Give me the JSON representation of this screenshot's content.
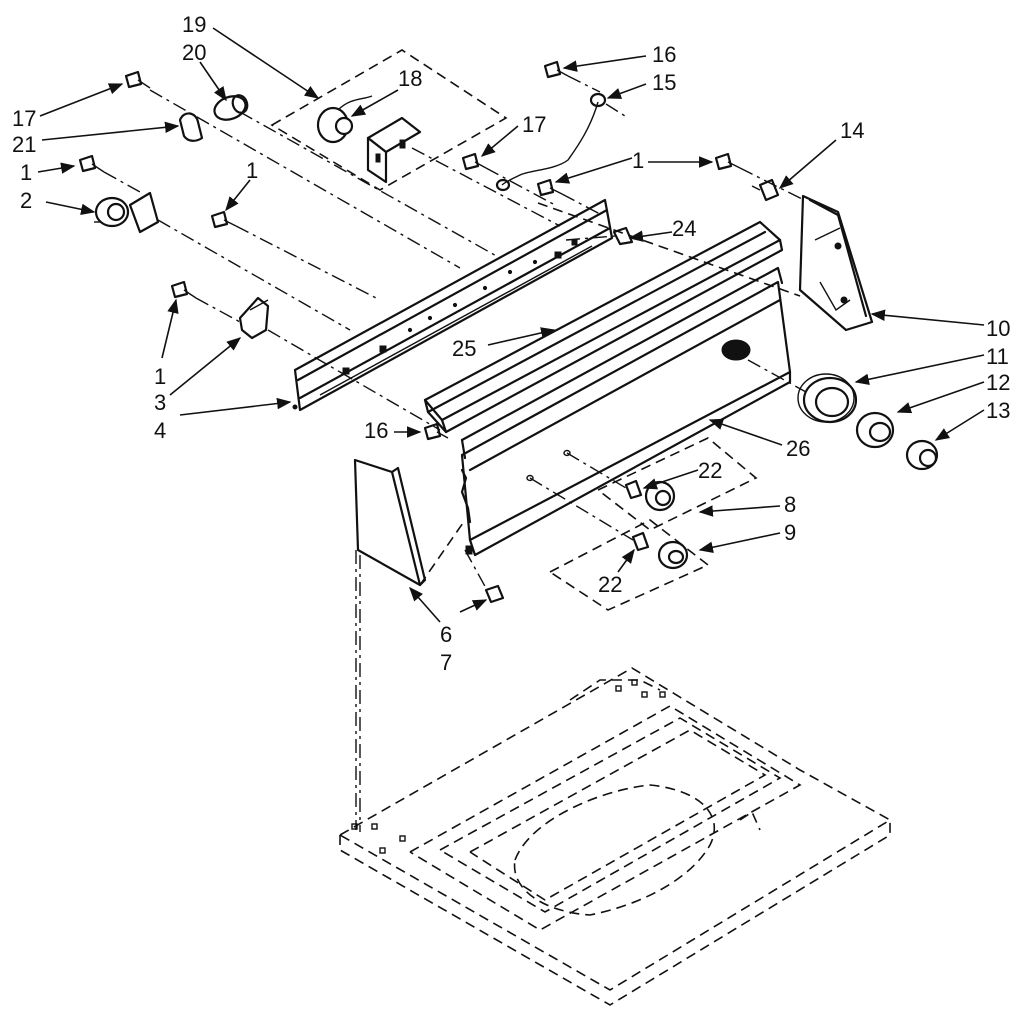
{
  "callouts": [
    {
      "id": "c19",
      "text": "19"
    },
    {
      "id": "c20",
      "text": "20"
    },
    {
      "id": "c17a",
      "text": "17"
    },
    {
      "id": "c21",
      "text": "21"
    },
    {
      "id": "c1a",
      "text": "1"
    },
    {
      "id": "c2",
      "text": "2"
    },
    {
      "id": "c1b",
      "text": "1"
    },
    {
      "id": "c18",
      "text": "18"
    },
    {
      "id": "c16a",
      "text": "16"
    },
    {
      "id": "c15",
      "text": "15"
    },
    {
      "id": "c17b",
      "text": "17"
    },
    {
      "id": "c1c",
      "text": "1"
    },
    {
      "id": "c14",
      "text": "14"
    },
    {
      "id": "c24",
      "text": "24"
    },
    {
      "id": "c25",
      "text": "25"
    },
    {
      "id": "c1d",
      "text": "1"
    },
    {
      "id": "c3",
      "text": "3"
    },
    {
      "id": "c4",
      "text": "4"
    },
    {
      "id": "c16b",
      "text": "16"
    },
    {
      "id": "c10",
      "text": "10"
    },
    {
      "id": "c11",
      "text": "11"
    },
    {
      "id": "c12",
      "text": "12"
    },
    {
      "id": "c13",
      "text": "13"
    },
    {
      "id": "c26",
      "text": "26"
    },
    {
      "id": "c22a",
      "text": "22"
    },
    {
      "id": "c8",
      "text": "8"
    },
    {
      "id": "c9",
      "text": "9"
    },
    {
      "id": "c22b",
      "text": "22"
    },
    {
      "id": "c6",
      "text": "6"
    },
    {
      "id": "c7",
      "text": "7"
    }
  ]
}
